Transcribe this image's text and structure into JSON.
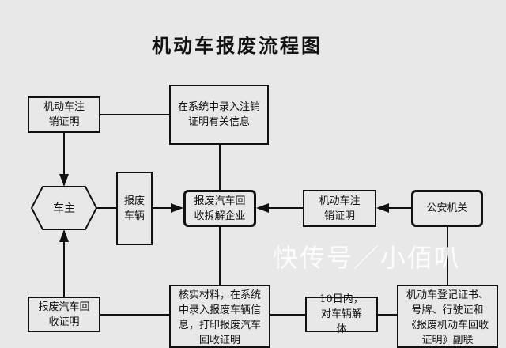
{
  "title": "机动车报废流程图",
  "nodes": {
    "cancel_cert_left": "机动车注销证明",
    "enter_cancel_info": "在系统中录入注销证明有关信息",
    "owner": "车主",
    "scrap_vehicle": "报废车辆",
    "recycler": "报废汽车回收拆解企业",
    "cancel_cert_right": "机动车注销证明",
    "police": "公安机关",
    "recycle_cert": "报废汽车回收证明",
    "verify": "核实材料，在系统中录入报废车辆信息，打印报废汽车回收证明",
    "dismantle": "10日内，对车辆解体",
    "documents": "机动车登记证书、号牌、行驶证和《报废机动车回收证明》副联"
  },
  "watermark": "快传号／小佰叭"
}
